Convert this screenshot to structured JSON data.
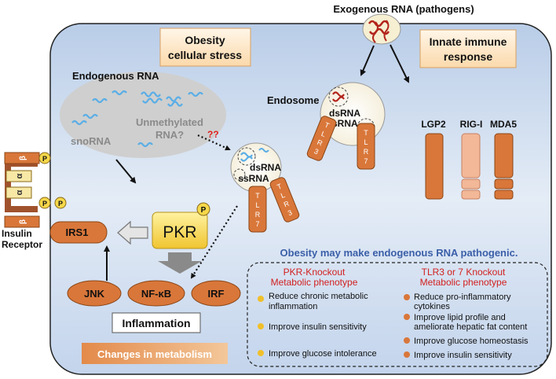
{
  "title_top": "Exogenous RNA (pathogens)",
  "stress_box": {
    "line1": "Obesity",
    "line2": "cellular stress"
  },
  "innate_box": {
    "line1": "Innate immune",
    "line2": "response"
  },
  "endogenous_rna": "Endogenous RNA",
  "snorna": "snoRNA",
  "unmethylated": {
    "line1": "Unmethylated",
    "line2": "RNA?"
  },
  "question": "??",
  "endosome": "Endosome",
  "dsrna": "dsRNA",
  "ssrna": "ssRNA",
  "tlr3": [
    "T",
    "L",
    "R",
    "3"
  ],
  "tlr7": [
    "T",
    "L",
    "R",
    "7"
  ],
  "sensors": [
    "LGP2",
    "RIG-I",
    "MDA5"
  ],
  "insulin_receptor": {
    "line1": "Insulin",
    "line2": "Receptor"
  },
  "alpha": "α",
  "beta": "β",
  "p": "P",
  "irs1": "IRS1",
  "pkr": "PKR",
  "factors": [
    "JNK",
    "NF-κB",
    "IRF"
  ],
  "inflammation": "Inflammation",
  "changes": "Changes in metabolism",
  "obesity_statement": "Obesity may make endogenous RNA pathogenic.",
  "pkr_ko": {
    "title1": "PKR-Knockout",
    "title2": "Metabolic phenotype"
  },
  "tlr_ko": {
    "title1": "TLR3 or 7 Knockout",
    "title2": "Metabolic phenotype"
  },
  "pkr_items": [
    [
      "Reduce chronic metabolic",
      "inflammation"
    ],
    [
      "Improve insulin sensitivity"
    ],
    [
      "Improve glucose intolerance"
    ]
  ],
  "tlr_items": [
    [
      "Reduce pro-inflammatory",
      "cytokines"
    ],
    [
      "Improve lipid profile and",
      "ameliorate hepatic fat content"
    ],
    [
      "Improve glucose homeostasis"
    ],
    [
      "Improve insulin sensitivity"
    ]
  ],
  "colors": {
    "cell_fill": "#c9d9ef",
    "orange": "#d9773a",
    "orange_dark": "#b35a22",
    "light_box": "#fbe6cc",
    "pkr_yellow": "#f6d84a",
    "gray_blob": "#cccccc",
    "ko_red": "#d22020",
    "blue_text": "#3a5fa8",
    "rna_blue": "#5aaee6",
    "rna_red": "#b3241c"
  }
}
